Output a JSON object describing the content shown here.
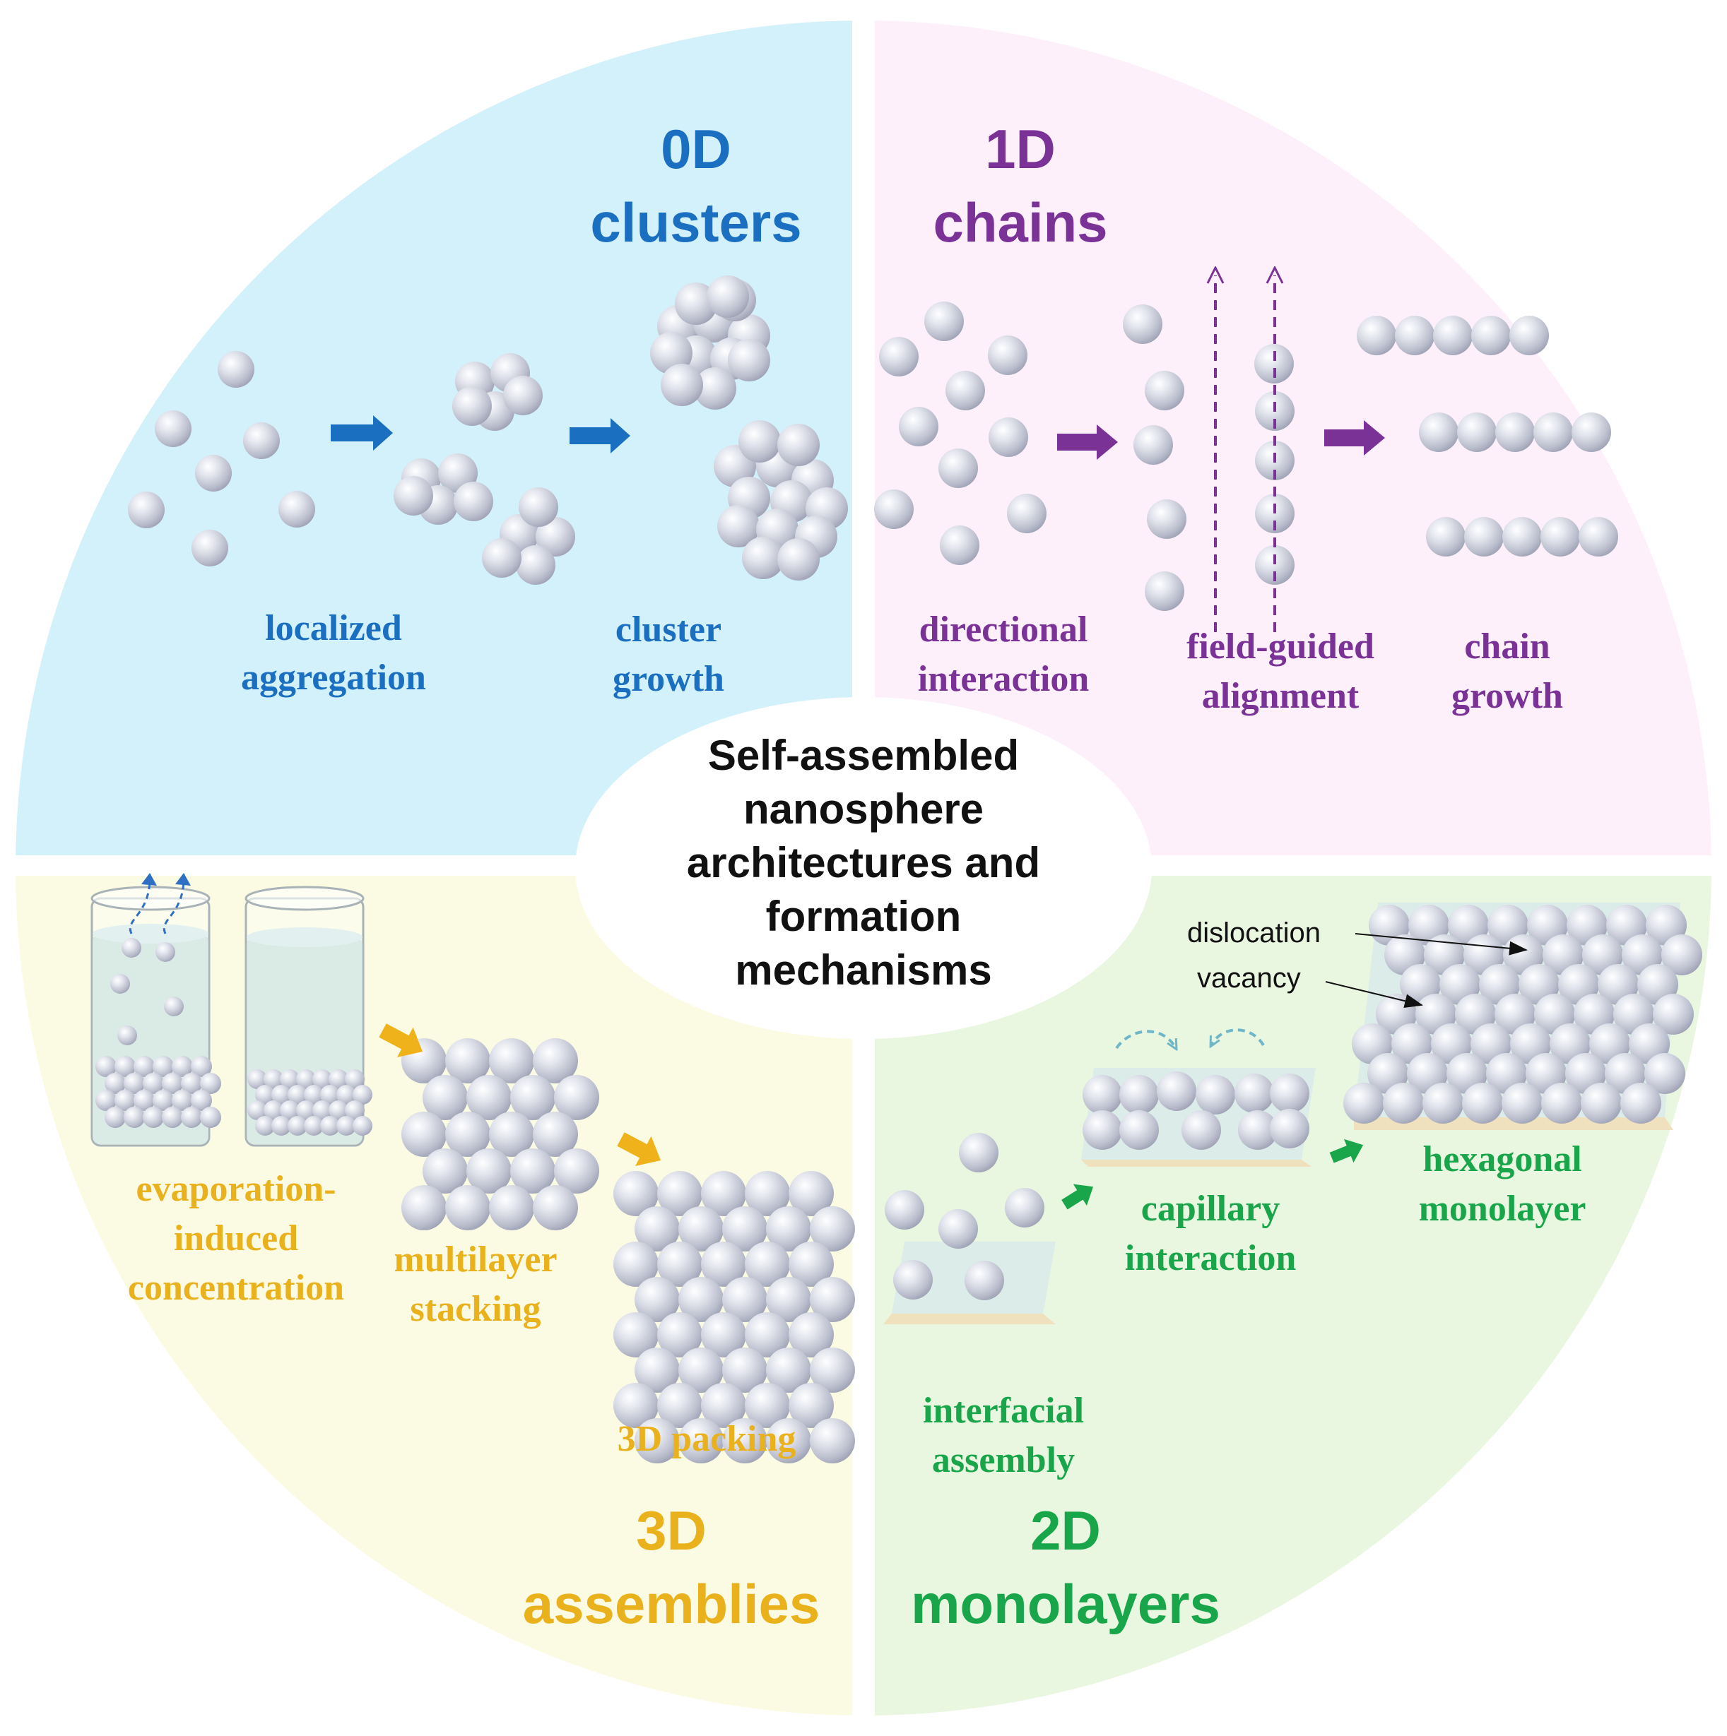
{
  "center": {
    "lines": [
      "Self-assembled",
      "nanosphere",
      "architectures and",
      "formation",
      "mechanisms"
    ]
  },
  "colors": {
    "q0d_bg": "#d3f1fa",
    "q0d_accent": "#1a6fc0",
    "q1d_bg": "#fdf0fb",
    "q1d_accent": "#7a3296",
    "q3d_bg": "#fbfbe4",
    "q3d_accent": "#e9b21c",
    "q2d_bg": "#eaf7e0",
    "q2d_accent": "#19a64a",
    "sphere": "#c9cbd6",
    "sphere_highlight": "#ffffff",
    "substrate_top": "#dcece9",
    "substrate_edge": "#f0e1be"
  },
  "quadrant_0d": {
    "title_line1": "0D",
    "title_line2": "clusters",
    "step1_line1": "localized",
    "step1_line2": "aggregation",
    "step2_line1": "cluster",
    "step2_line2": "growth"
  },
  "quadrant_1d": {
    "title_line1": "1D",
    "title_line2": "chains",
    "step1_line1": "directional",
    "step1_line2": "interaction",
    "step2_line1": "field-guided",
    "step2_line2": "alignment",
    "step3_line1": "chain",
    "step3_line2": "growth"
  },
  "quadrant_3d": {
    "title_line1": "3D",
    "title_line2": "assemblies",
    "step1_line1": "evaporation-",
    "step1_line2": "induced",
    "step1_line3": "concentration",
    "step2_line1": "multilayer",
    "step2_line2": "stacking",
    "step3_line1": "3D packing"
  },
  "quadrant_2d": {
    "title_line1": "2D",
    "title_line2": "monolayers",
    "step1_line1": "interfacial",
    "step1_line2": "assembly",
    "step2_line1": "capillary",
    "step2_line2": "interaction",
    "step3_line1": "hexagonal",
    "step3_line2": "monolayer",
    "defect1": "dislocation",
    "defect2": "vacancy"
  }
}
